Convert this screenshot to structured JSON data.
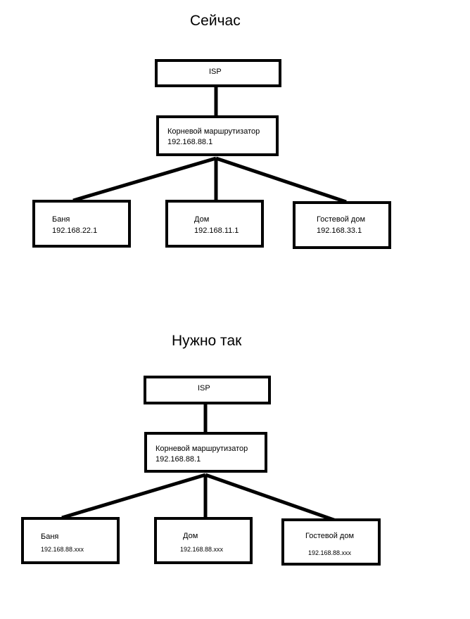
{
  "diagrams": {
    "current": {
      "title": "Сейчас",
      "isp": "ISP",
      "root": {
        "name": "Корневой маршрутизатор",
        "ip": "192.168.88.1"
      },
      "nodes": [
        {
          "name": "Баня",
          "ip": "192.168.22.1"
        },
        {
          "name": "Дом",
          "ip": "192.168.11.1"
        },
        {
          "name": "Гостевой дом",
          "ip": "192.168.33.1"
        }
      ]
    },
    "desired": {
      "title": "Нужно так",
      "isp": "ISP",
      "root": {
        "name": "Корневой маршрутизатор",
        "ip": "192.168.88.1"
      },
      "nodes": [
        {
          "name": "Баня",
          "ip": "192.168.88.xxx"
        },
        {
          "name": "Дом",
          "ip": "192.168.88.xxx"
        },
        {
          "name": "Гостевой дом",
          "ip": "192.168.88.xxx"
        }
      ]
    }
  }
}
